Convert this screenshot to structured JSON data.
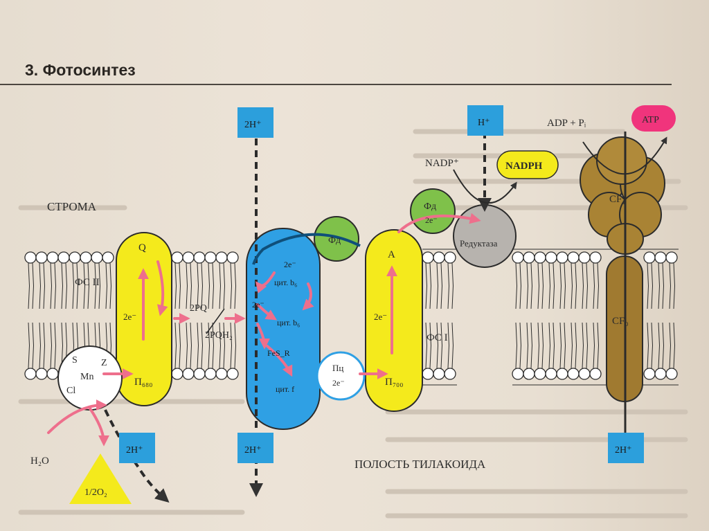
{
  "header": {
    "title": "3. Фотосинтез"
  },
  "labels": {
    "stroma": "СТРОМА",
    "lumen": "ПОЛОСТЬ ТИЛАКОИДА",
    "ps2": "ФС II",
    "ps1": "ФС I",
    "water": "H₂O",
    "oxygen": "1/2O₂",
    "h2_a": "2H⁺",
    "h2_b": "2H⁺",
    "h2_c": "2H⁺",
    "h2_d": "2H⁺",
    "h_top": "H⁺",
    "nadp": "NADP⁺",
    "nadph": "NADPH",
    "adp": "ADP + Pᵢ",
    "atp": "ATP",
    "cf1": "CF₁",
    "cf0": "CF₀",
    "q": "Q",
    "p680": "П₆₈₀",
    "e2_ps2": "2e⁻",
    "s": "S",
    "mn": "Mn",
    "z": "Z",
    "cl": "Cl",
    "pq": "2PQ",
    "pqh2": "2PQH₂",
    "e2_cyt_a": "2e⁻",
    "e2_cyt_b": "2e⁻",
    "cytb6_a": "цит. b₆",
    "cytb6_b": "цит. b₆",
    "fes": "FeS_R",
    "cytf": "цит. f",
    "fd_a": "Фд",
    "fd_b": "Фд",
    "e2_fd": "2e⁻",
    "reductase": "Редуктаза",
    "a": "A",
    "p700": "П₇₀₀",
    "e2_ps1": "2e⁻",
    "pc": "Пц",
    "e2_pc": "2e⁻"
  },
  "colors": {
    "yellow": "#f4ea1c",
    "blue": "#2fa0e4",
    "h_box": "#2c9fdc",
    "green": "#7fc14a",
    "gray": "#b7b3ae",
    "brown": "#a07a30",
    "pink": "#f0347c",
    "arrow": "#ee6f8c"
  }
}
